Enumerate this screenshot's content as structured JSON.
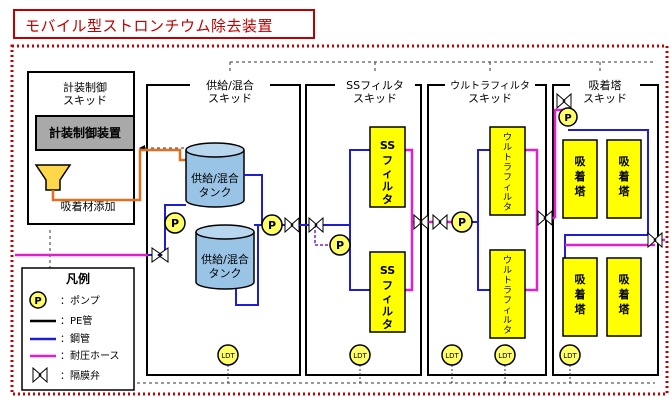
{
  "title": "モバイル型ストロンチウム除去装置",
  "skids": {
    "instrument": {
      "line1": "計装制御",
      "line2": "スキッド"
    },
    "supply": {
      "line1": "供給/混合",
      "line2": "スキッド"
    },
    "ss": {
      "line1": "SSフィルタ",
      "line2": "スキッド"
    },
    "uf": {
      "line1": "ウルトラフィルタ",
      "line2": "スキッド"
    },
    "adsorption": {
      "line1": "吸着塔",
      "line2": "スキッド"
    }
  },
  "control_device": "計装制御装置",
  "adsorbent_addition": "吸着材添加",
  "tanks": [
    {
      "line1": "供給/混合",
      "line2": "タンク"
    },
    {
      "line1": "供給/混合",
      "line2": "タンク"
    }
  ],
  "ss_filters": [
    {
      "line1": "SS",
      "chars": [
        "フ",
        "ィ",
        "ル",
        "タ"
      ]
    },
    {
      "line1": "SS",
      "chars": [
        "フ",
        "ィ",
        "ル",
        "タ"
      ]
    }
  ],
  "uf_filters": [
    {
      "chars": [
        "ウ",
        "ル",
        "ト",
        "ラ",
        "フ",
        "ィ",
        "ル",
        "タ"
      ]
    },
    {
      "chars": [
        "ウ",
        "ル",
        "ト",
        "ラ",
        "フ",
        "ィ",
        "ル",
        "タ"
      ]
    }
  ],
  "adsorption_towers": [
    {
      "chars": [
        "吸",
        "着",
        "塔"
      ]
    },
    {
      "chars": [
        "吸",
        "着",
        "塔"
      ]
    },
    {
      "chars": [
        "吸",
        "着",
        "塔"
      ]
    },
    {
      "chars": [
        "吸",
        "着",
        "塔"
      ]
    }
  ],
  "pump_symbol": "P",
  "level_meter_label": "LDT",
  "legend": {
    "title": "凡例",
    "items": [
      {
        "symbol": "pump",
        "label": "：ポンプ"
      },
      {
        "symbol": "black-line",
        "label": "：PE管"
      },
      {
        "symbol": "blue-line",
        "label": "：鋼管"
      },
      {
        "symbol": "magenta-line",
        "label": "：耐圧ホース"
      },
      {
        "symbol": "valve",
        "label": "：隔膜弁"
      }
    ]
  },
  "colors": {
    "frame": "#c00000",
    "steel_pipe": "#1f1fd0",
    "pressure_hose": "#e020c8",
    "adsorbent_line": "#e07020",
    "filter_fill": "#ffff00",
    "tank_fill": "#9ac4e6",
    "pump_fill": "#ffff66"
  }
}
